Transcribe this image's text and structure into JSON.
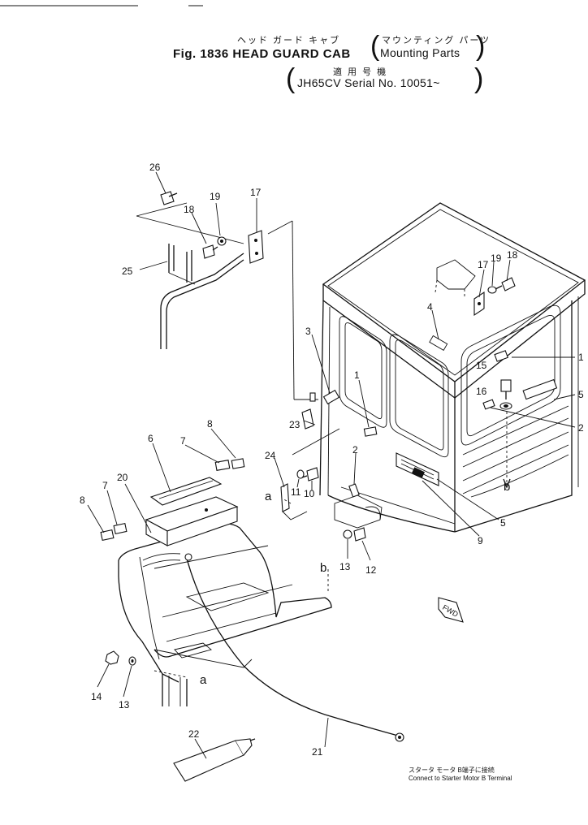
{
  "header": {
    "title_jp": "ヘッド ガード キャブ",
    "title_en": "Fig. 1836 HEAD GUARD CAB",
    "sub_jp": "マウンティング パーツ",
    "sub_en": "Mounting Parts",
    "serial_jp": "適 用 号 機",
    "serial_en": "JH65CV Serial No. 10051~"
  },
  "note": {
    "jp": "スタータ モータ B端子に接続",
    "en": "Connect to Starter Motor B Terminal"
  },
  "fwd_label": "FWD",
  "callouts": {
    "c26": "26",
    "c19a": "19",
    "c17a": "17",
    "c18a": "18",
    "c25": "25",
    "c17b": "17",
    "c19b": "19",
    "c18b": "18",
    "c4": "4",
    "c3": "3",
    "c1a": "1",
    "c1b": "1",
    "c15": "15",
    "c16": "16",
    "c5a": "5",
    "c2a": "2",
    "c23": "23",
    "c8a": "8",
    "c7a": "7",
    "c6": "6",
    "c24": "24",
    "c2b": "2",
    "c11": "11",
    "c10": "10",
    "cb1": "b",
    "c20": "20",
    "c7b": "7",
    "c8b": "8",
    "ca1": "a",
    "c5b": "5",
    "c9": "9",
    "c13a": "13",
    "c12": "12",
    "cb2": "b",
    "c14": "14",
    "c13b": "13",
    "ca2": "a",
    "c22": "22",
    "c21": "21"
  }
}
